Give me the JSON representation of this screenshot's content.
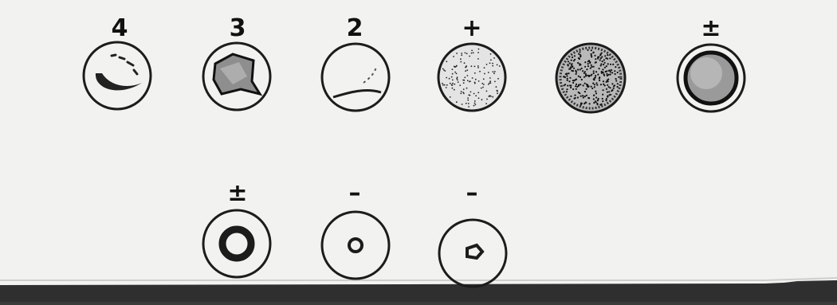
{
  "colors": {
    "paper": "#f3f3f1",
    "ink": "#1c1c1c",
    "shade": "#8a8a8a"
  },
  "row1": [
    {
      "label": "4",
      "pattern": "crescent-clump"
    },
    {
      "label": "3",
      "pattern": "shaded-polygon"
    },
    {
      "label": "2",
      "pattern": "faint-arc"
    },
    {
      "label": "+",
      "pattern": "fine-dots"
    },
    {
      "label": "",
      "pattern": "dense-dots-ring"
    },
    {
      "label": "±",
      "pattern": "shaded-ring"
    }
  ],
  "row2": [
    {
      "label": "±",
      "pattern": "thick-ring"
    },
    {
      "label": "–",
      "pattern": "small-button"
    },
    {
      "label": "–",
      "pattern": "small-button"
    }
  ]
}
